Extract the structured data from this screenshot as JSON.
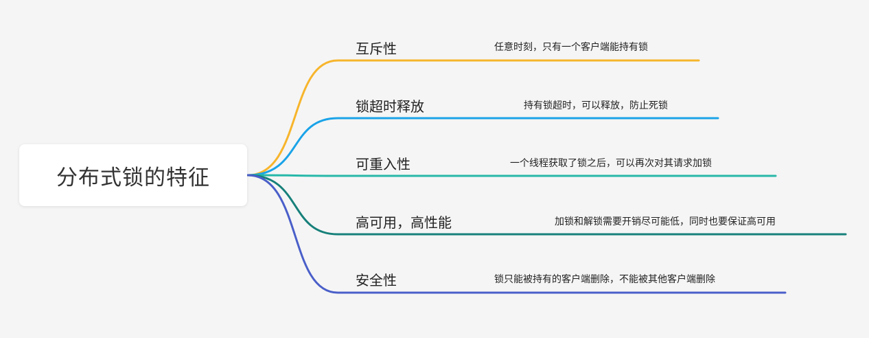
{
  "root": {
    "label": "分布式锁的特征"
  },
  "branches": [
    {
      "label": "互斥性",
      "description": "任意时刻，只有一个客户端能持有锁",
      "color": "#f7b52c"
    },
    {
      "label": "锁超时释放",
      "description": "持有锁超时，可以释放，防止死锁",
      "color": "#1aa3e8"
    },
    {
      "label": "可重入性",
      "description": "一个线程获取了锁之后，可以再次对其请求加锁",
      "color": "#26b8a9"
    },
    {
      "label": "高可用，高性能",
      "description": "加锁和解锁需要开销尽可能低，同时也要保证高可用",
      "color": "#17807a"
    },
    {
      "label": "安全性",
      "description": "锁只能被持有的客户端删除，不能被其他客户端删除",
      "color": "#4a5fc9"
    }
  ]
}
